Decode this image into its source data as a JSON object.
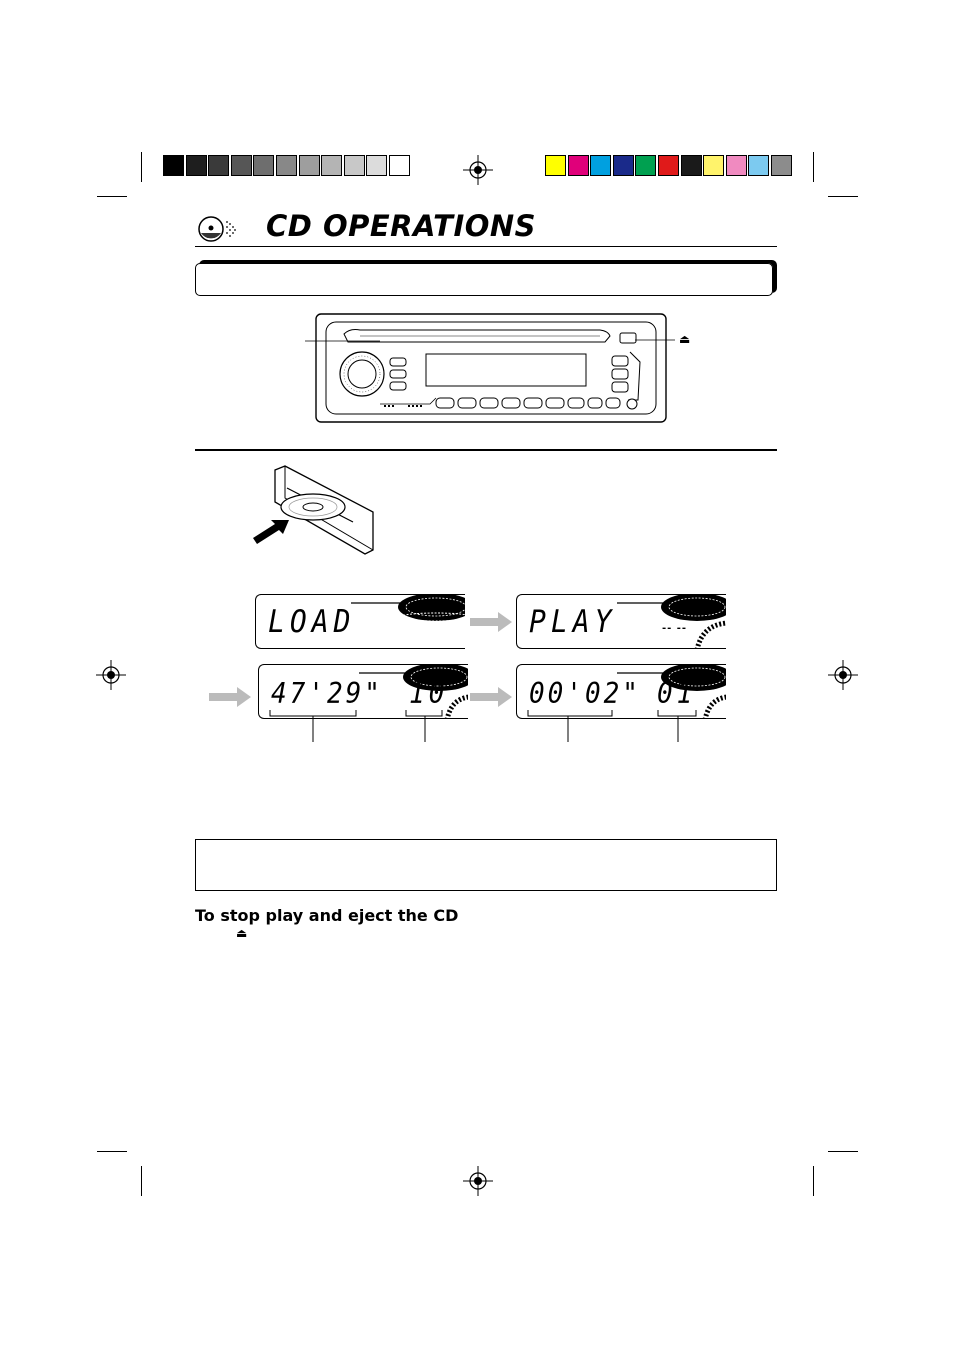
{
  "page": {
    "title": "CD OPERATIONS",
    "subheading": "To stop play and eject the CD",
    "eject_symbol": "⏏"
  },
  "color_bar": {
    "grays": [
      "#000000",
      "#1e1e1e",
      "#3a3a3a",
      "#565656",
      "#6e6e6e",
      "#888888",
      "#9e9e9e",
      "#b4b4b4",
      "#c8c8c8",
      "#dcdcdc",
      "#ffffff"
    ],
    "colors": [
      "#ffff00",
      "#e0007a",
      "#00a0e0",
      "#1a2a8a",
      "#00a050",
      "#e01a1a",
      "#1a1a1a",
      "#fff36b",
      "#f08ac0",
      "#7ccaf0",
      "#8c8c8c"
    ]
  },
  "displays": [
    {
      "main": "LOAD",
      "aux": ""
    },
    {
      "main": "PLAY",
      "aux": "-- --"
    },
    {
      "main": "47'29\"",
      "aux": "10"
    },
    {
      "main": "00'02\"",
      "aux": "01"
    }
  ]
}
